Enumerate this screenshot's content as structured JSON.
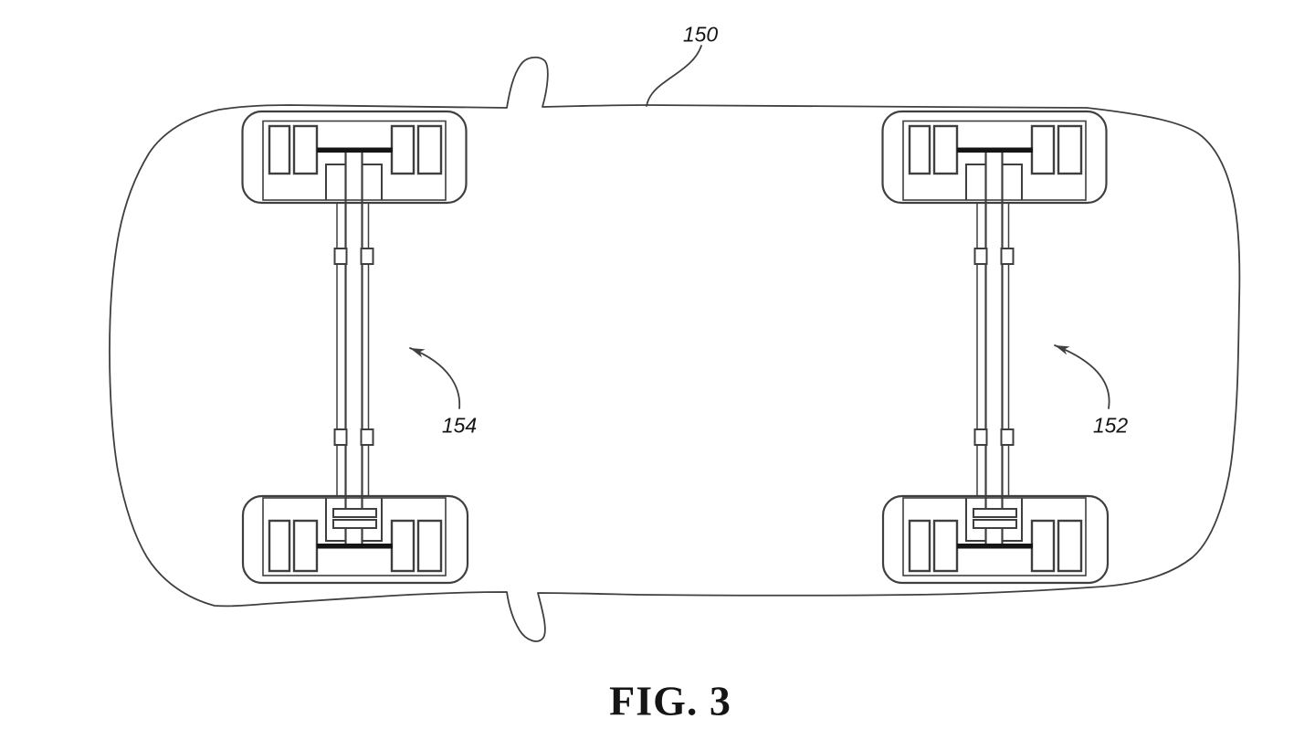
{
  "colors": {
    "line": "#3f3f3f",
    "ink": "#151515",
    "background": "#ffffff"
  },
  "figure": {
    "caption": "FIG. 3",
    "reference_numerals": {
      "vehicle_body": "150",
      "right_axle_assembly": "152",
      "left_axle_assembly": "154"
    }
  }
}
